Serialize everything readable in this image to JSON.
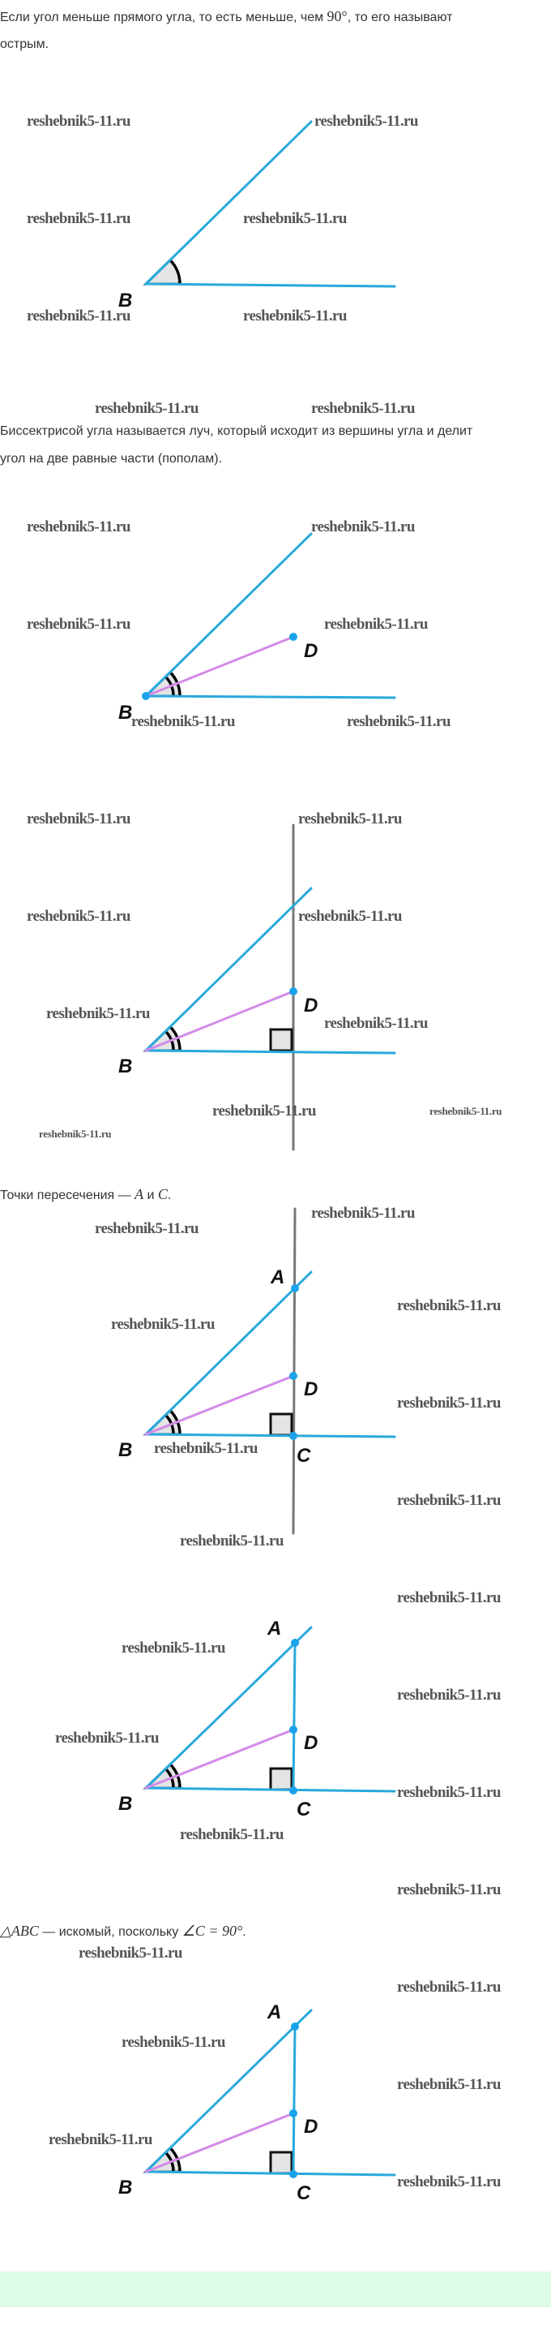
{
  "texts": {
    "acute_1": "Если угол меньше прямого угла, то есть меньше, чем ",
    "acute_deg": "90°",
    "acute_2": ", то его называют",
    "acute_3": "острым.",
    "bisector_1": "Биссектрисой угла называется луч, который исходит из вершины угла и делит",
    "bisector_2": "угол на две равные части (пополам).",
    "points_1": "Точки пересечения — ",
    "points_A": "A",
    "points_and": " и ",
    "points_C": "C",
    "points_end": ".",
    "result_tri": "△ABC",
    "result_1": " — искомый, поскольку ",
    "result_angle": "∠C = 90°",
    "result_end": "."
  },
  "watermark": "reshebnik5-11.ru",
  "labels": {
    "B": "B",
    "D": "D",
    "A": "A",
    "C": "C"
  },
  "colors": {
    "ray": "#29a9dc",
    "bisector": "#d58ae8",
    "perpendicular": "#777777",
    "point": "#1aa3ea",
    "footer_band": "#dcfce7"
  }
}
